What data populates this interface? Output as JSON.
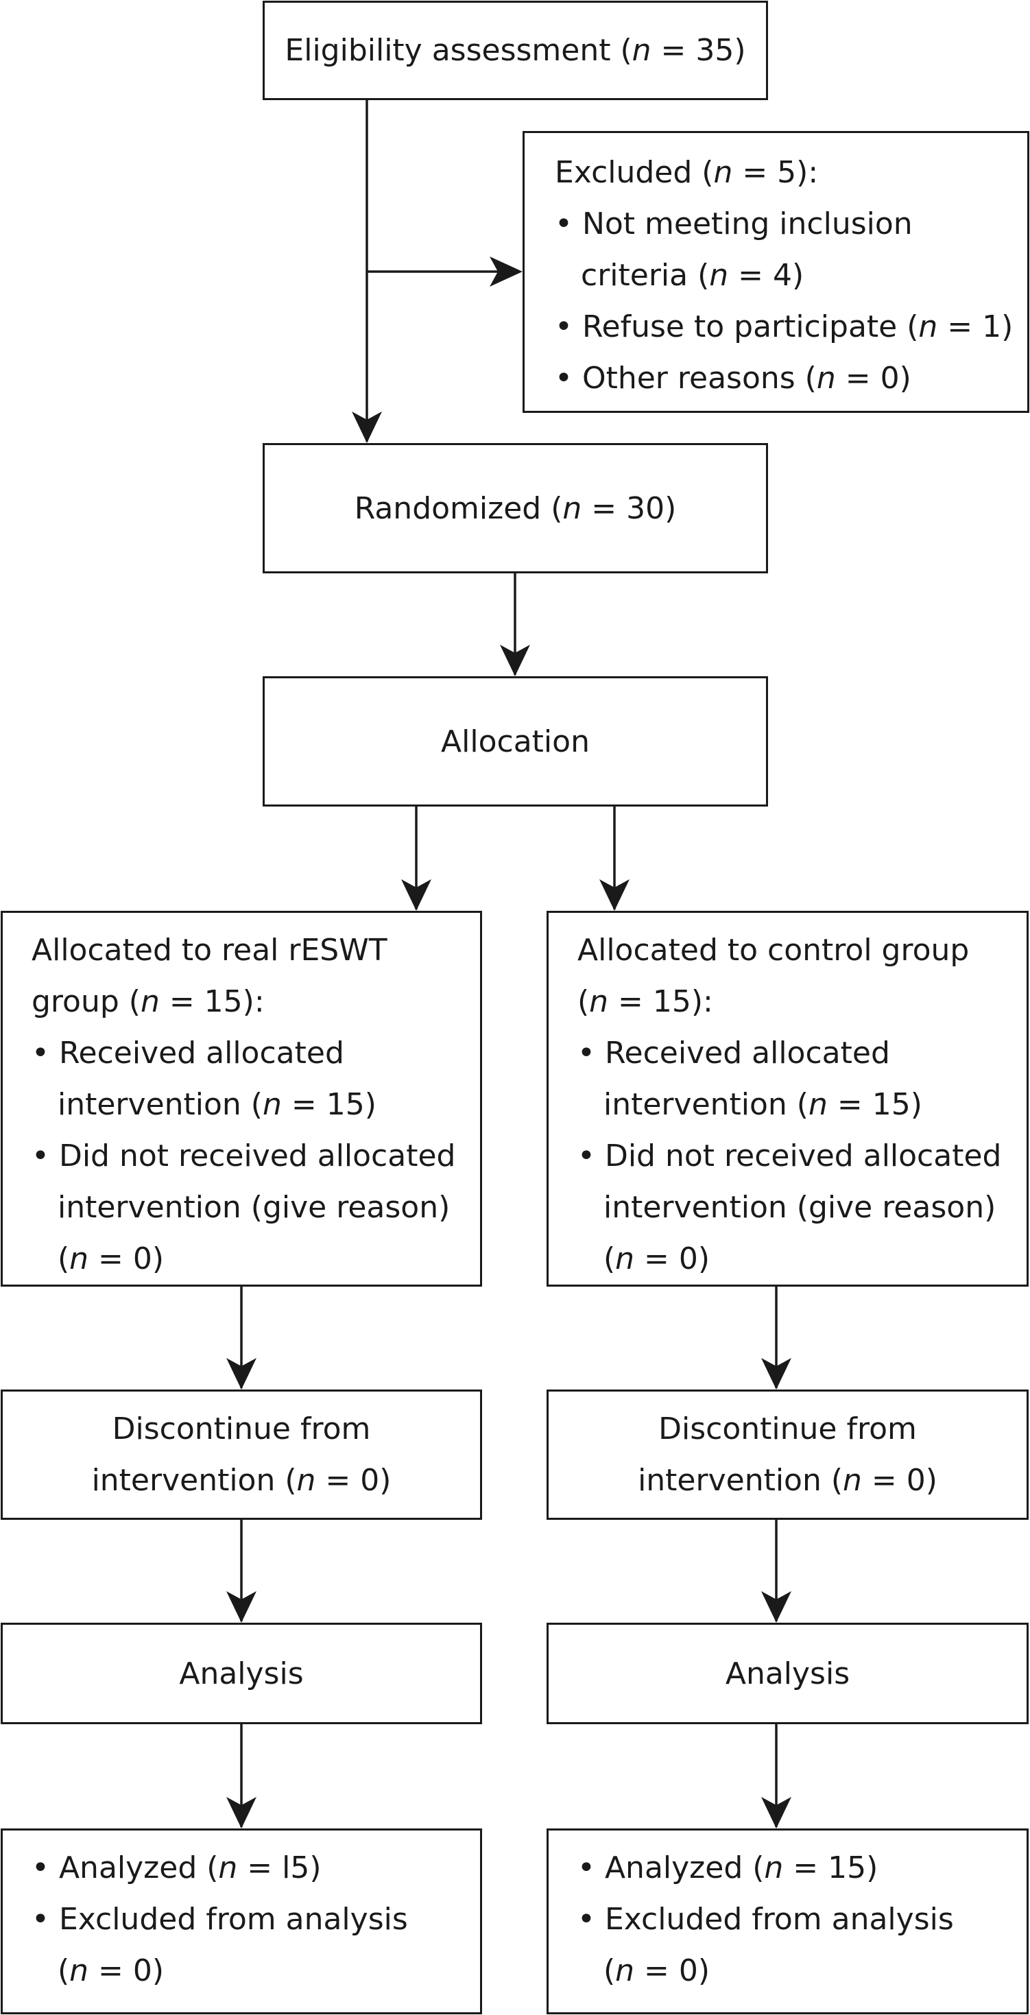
{
  "eligibility": {
    "label": "Eligibility assessment (",
    "n_var": "n",
    "tail": " = 35)"
  },
  "excluded": {
    "header": {
      "label": "Excluded (",
      "n_var": "n",
      "tail": " = 5):"
    },
    "bullet": "•",
    "item1": {
      "line1": "Not meeting inclusion",
      "line2_pre": "criteria (",
      "n_var": "n",
      "tail": " = 4)"
    },
    "item2": {
      "label": "Refuse to participate (",
      "n_var": "n",
      "tail": " = 1)"
    },
    "item3": {
      "label": "Other reasons (",
      "n_var": "n",
      "tail": " = 0)"
    }
  },
  "randomized": {
    "label": "Randomized (",
    "n_var": "n",
    "tail": " = 30)"
  },
  "allocation": {
    "label": "Allocation"
  },
  "alloc_real": {
    "line1": "Allocated to real rESWT",
    "line2_pre": "group (",
    "n_var": "n",
    "line2_tail": " = 15):",
    "bullet": "•",
    "received": {
      "line1": "Received allocated",
      "line2_pre": "intervention (",
      "n_var": "n",
      "tail": " = 15)"
    },
    "not_received": {
      "line1": "Did not received allocated",
      "line2": "intervention (give reason)",
      "line3_pre": "(",
      "n_var": "n",
      "tail": " = 0)"
    }
  },
  "alloc_control": {
    "line1": "Allocated to control group",
    "line2_pre": "(",
    "n_var": "n",
    "line2_tail": " = 15):",
    "bullet": "•",
    "received": {
      "line1": "Received allocated",
      "line2_pre": "intervention (",
      "n_var": "n",
      "tail": " = 15)"
    },
    "not_received": {
      "line1": "Did not received allocated",
      "line2": "intervention (give reason)",
      "line3_pre": "(",
      "n_var": "n",
      "tail": " = 0)"
    }
  },
  "discontinue_real": {
    "line1": "Discontinue from",
    "line2_pre": "intervention (",
    "n_var": "n",
    "tail": " = 0)"
  },
  "discontinue_control": {
    "line1": "Discontinue from",
    "line2_pre": "intervention (",
    "n_var": "n",
    "tail": " = 0)"
  },
  "analysis_real": {
    "label": "Analysis"
  },
  "analysis_control": {
    "label": "Analysis"
  },
  "analyzed_real": {
    "bullet": "•",
    "analyzed": {
      "label": "Analyzed (",
      "n_var": "n",
      "tail": " = l5)"
    },
    "excluded": {
      "line1": "Excluded from analysis",
      "line2_pre": "(",
      "n_var": "n",
      "tail": " = 0)"
    }
  },
  "analyzed_control": {
    "bullet": "•",
    "analyzed": {
      "label": "Analyzed (",
      "n_var": "n",
      "tail": " = 15)"
    },
    "excluded": {
      "line1": "Excluded from analysis",
      "line2_pre": "(",
      "n_var": "n",
      "tail": " = 0)"
    }
  }
}
